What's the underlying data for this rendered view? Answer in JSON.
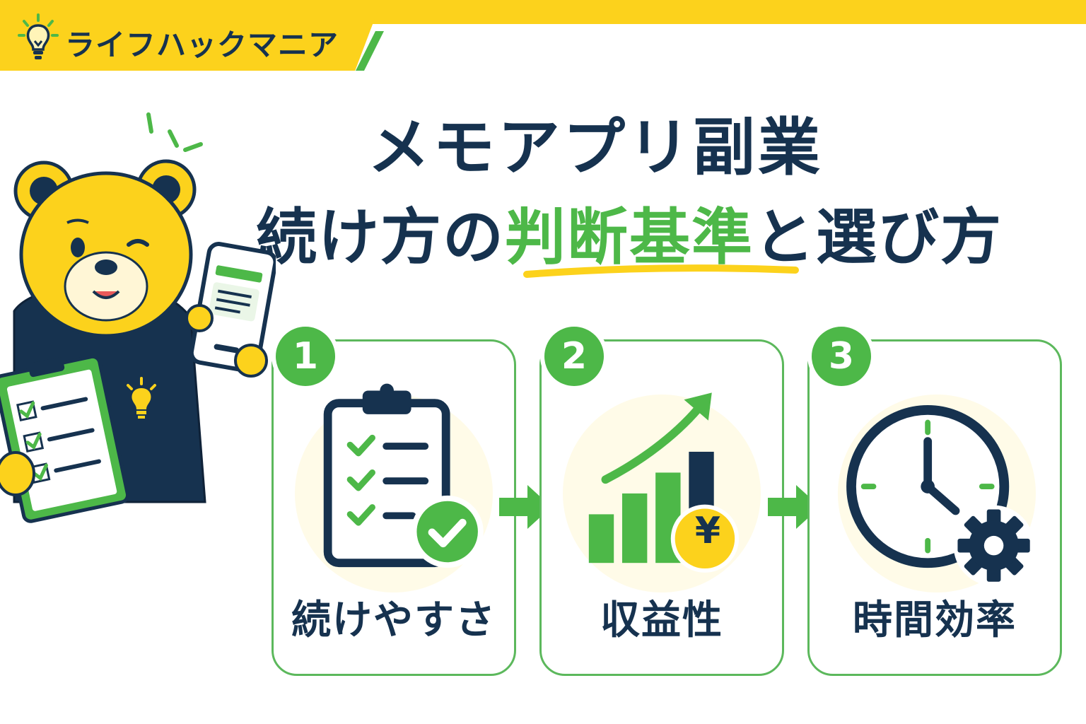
{
  "brand": {
    "name": "ライフハックマニア",
    "icon": "lightbulb-icon"
  },
  "title": {
    "line1": "メモアプリ副業",
    "line2_before": "続け方の",
    "line2_highlight": "判断基準",
    "line2_after": "と選び方"
  },
  "criteria": [
    {
      "number": "1",
      "label": "続けやすさ",
      "icon": "clipboard-checklist-icon"
    },
    {
      "number": "2",
      "label": "収益性",
      "icon": "growth-chart-yen-icon",
      "currency_symbol": "¥"
    },
    {
      "number": "3",
      "label": "時間効率",
      "icon": "clock-gear-icon"
    }
  ],
  "colors": {
    "navy": "#16324f",
    "green": "#4db848",
    "yellow": "#fcd21c",
    "cream": "#fffbe8"
  }
}
